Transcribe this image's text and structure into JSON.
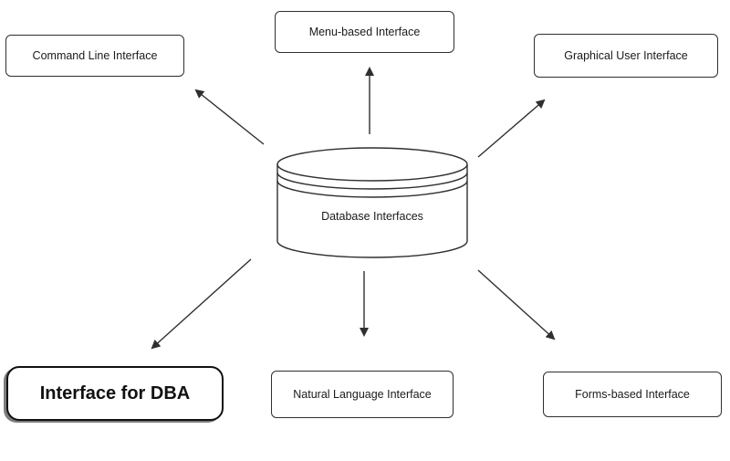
{
  "diagram": {
    "center": {
      "label": "Database Interfaces",
      "shape": "database-cylinder"
    },
    "nodes": {
      "command_line": "Command Line Interface",
      "menu_based": "Menu-based Interface",
      "graphical_user": "Graphical User Interface",
      "dba": "Interface for DBA",
      "natural_language": "Natural Language Interface",
      "forms_based": "Forms-based Interface"
    },
    "colors": {
      "stroke": "#2f2f2f",
      "text": "#1a1a1a",
      "background": "#ffffff"
    }
  }
}
